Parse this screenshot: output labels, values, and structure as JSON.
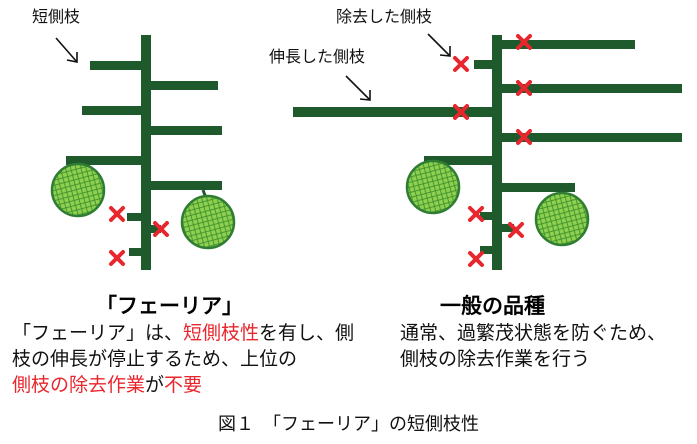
{
  "left_diagram": {
    "label_short_branch": "短側枝"
  },
  "right_diagram": {
    "label_removed_branch": "除去した側枝",
    "label_extended_branch": "伸長した側枝"
  },
  "left_text": {
    "heading": "「フェーリア」",
    "line1_a": "「フェーリア」は、",
    "line1_b": "短側枝性",
    "line1_c": "を有し、側",
    "line2": "枝の伸長が停止するため、上位の",
    "line3_a": "側枝の除去作業",
    "line3_b": "が",
    "line3_c": "不要"
  },
  "right_text": {
    "heading": "一般の品種",
    "line1": "通常、過繁茂状態を防ぐため、",
    "line2": "側枝の除去作業を行う"
  },
  "caption": "図１　「フェーリア」の短側枝性",
  "colors": {
    "stem": "#1e5a2c",
    "cross": "#e8262d",
    "melon_fill": "#8fd14f",
    "melon_net": "#2e7d32",
    "highlight": "#e8262d"
  }
}
